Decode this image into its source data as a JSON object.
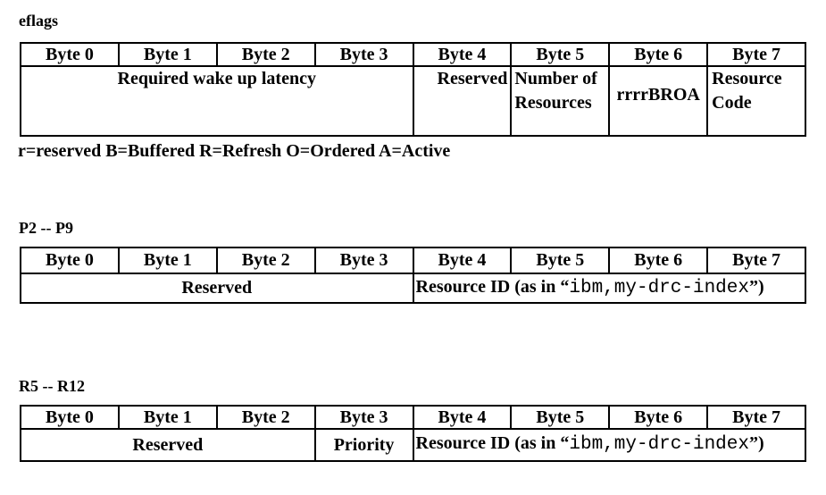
{
  "page": {
    "background": "#ffffff",
    "ink": "#000000"
  },
  "tables": {
    "eflags": {
      "title": "eflags",
      "headers": [
        "Byte 0",
        "Byte 1",
        "Byte 2",
        "Byte 3",
        "Byte 4",
        "Byte 5",
        "Byte 6",
        "Byte 7"
      ],
      "latency": "Required wake up latency",
      "reserved": "Reserved",
      "num_resources": "Number of Resources",
      "flag_bits": "rrrrBROA",
      "resource_code": "Resource Code",
      "footnote": "r=reserved B=Buffered R=Refresh O=Ordered A=Active"
    },
    "p2p9": {
      "title": "P2 -- P9",
      "headers": [
        "Byte 0",
        "Byte 1",
        "Byte 2",
        "Byte 3",
        "Byte 4",
        "Byte 5",
        "Byte 6",
        "Byte 7"
      ],
      "reserved": "Reserved",
      "resource_id_prefix": "Resource ID (as in “",
      "resource_id_code": "ibm,my-drc-index",
      "resource_id_suffix": "”)"
    },
    "r5r12": {
      "title": "R5 -- R12",
      "headers": [
        "Byte 0",
        "Byte 1",
        "Byte 2",
        "Byte 3",
        "Byte 4",
        "Byte 5",
        "Byte 6",
        "Byte 7"
      ],
      "reserved": "Reserved",
      "priority": "Priority",
      "resource_id_prefix": "Resource ID (as in “",
      "resource_id_code": "ibm,my-drc-index",
      "resource_id_suffix": "”)"
    }
  }
}
